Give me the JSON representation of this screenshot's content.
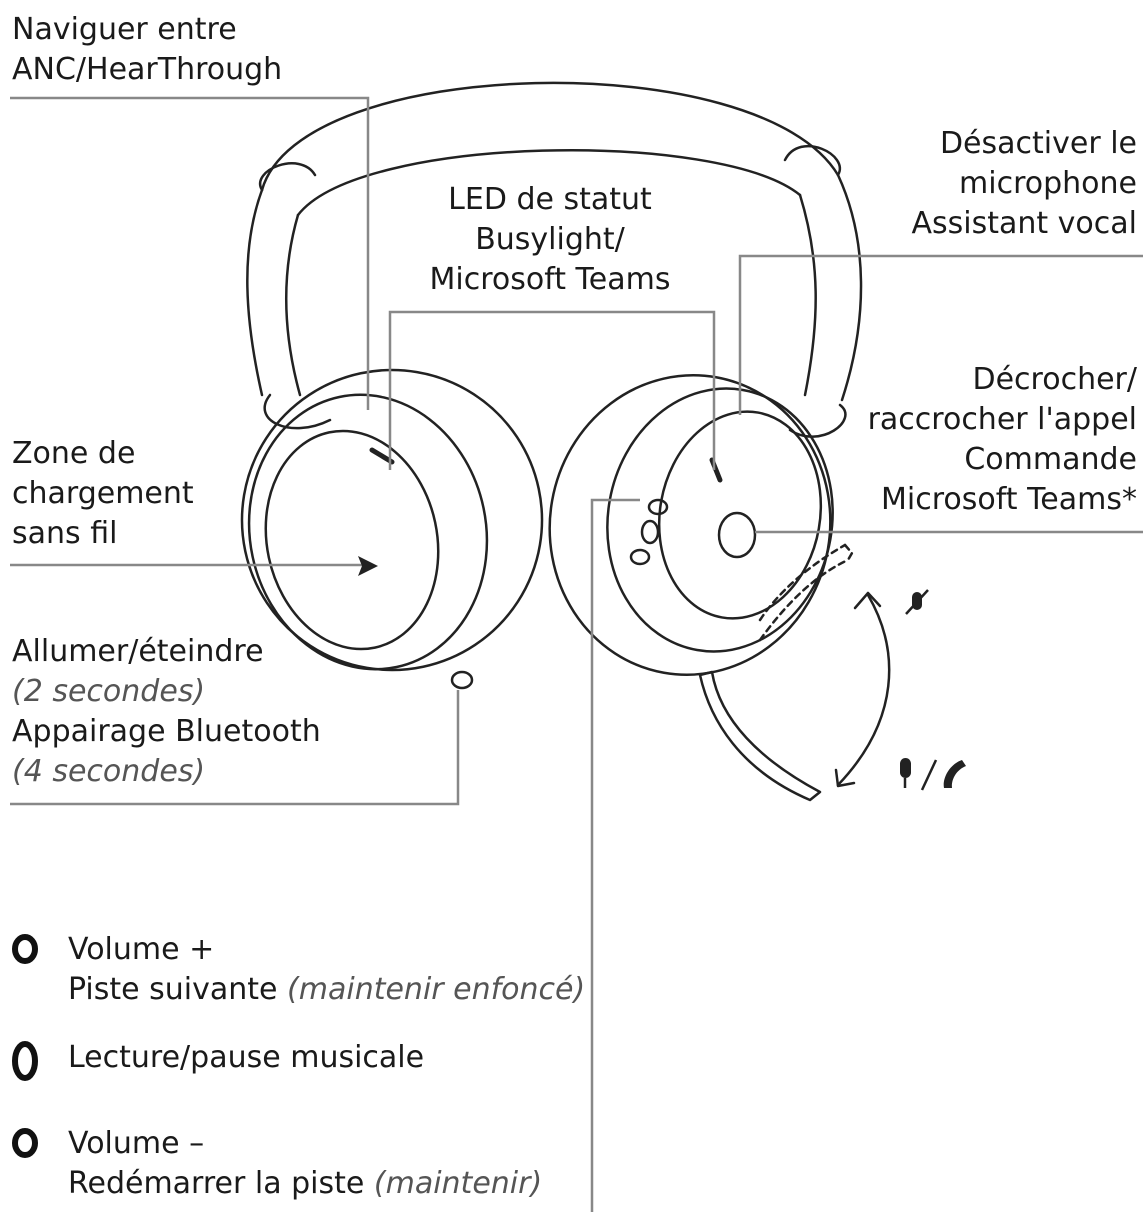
{
  "labels": {
    "anc": [
      "Naviguer entre",
      "ANC/HearThrough"
    ],
    "led": [
      "LED de statut",
      "Busylight/",
      "Microsoft Teams"
    ],
    "mute": [
      "Désactiver le",
      "microphone",
      "Assistant vocal"
    ],
    "call": [
      "Décrocher/",
      "raccrocher l'appel",
      "Commande",
      "Microsoft Teams*"
    ],
    "charging": [
      "Zone de",
      "chargement",
      "sans fil"
    ],
    "power": {
      "line1": "Allumer/éteindre",
      "line1_note": "(2 secondes)",
      "line2": "Appairage Bluetooth",
      "line2_note": "(4 secondes)"
    }
  },
  "buttons": [
    {
      "main": "Volume +",
      "second": "Piste suivante ",
      "note": "(maintenir enfoncé)",
      "glyph": "small-oval-button-icon"
    },
    {
      "main": "Lecture/pause musicale",
      "second": "",
      "note": "",
      "glyph": "tall-oval-button-icon"
    },
    {
      "main": "Volume –",
      "second": "Redémarrer la piste ",
      "note": "(maintenir)",
      "glyph": "small-oval-button-icon"
    }
  ],
  "boom_states": {
    "up": "microphone-muted-icon",
    "down": "microphone-and-call-icon"
  },
  "colors": {
    "line": "#888888",
    "drawing": "#222222",
    "text": "#1a1a1a"
  }
}
